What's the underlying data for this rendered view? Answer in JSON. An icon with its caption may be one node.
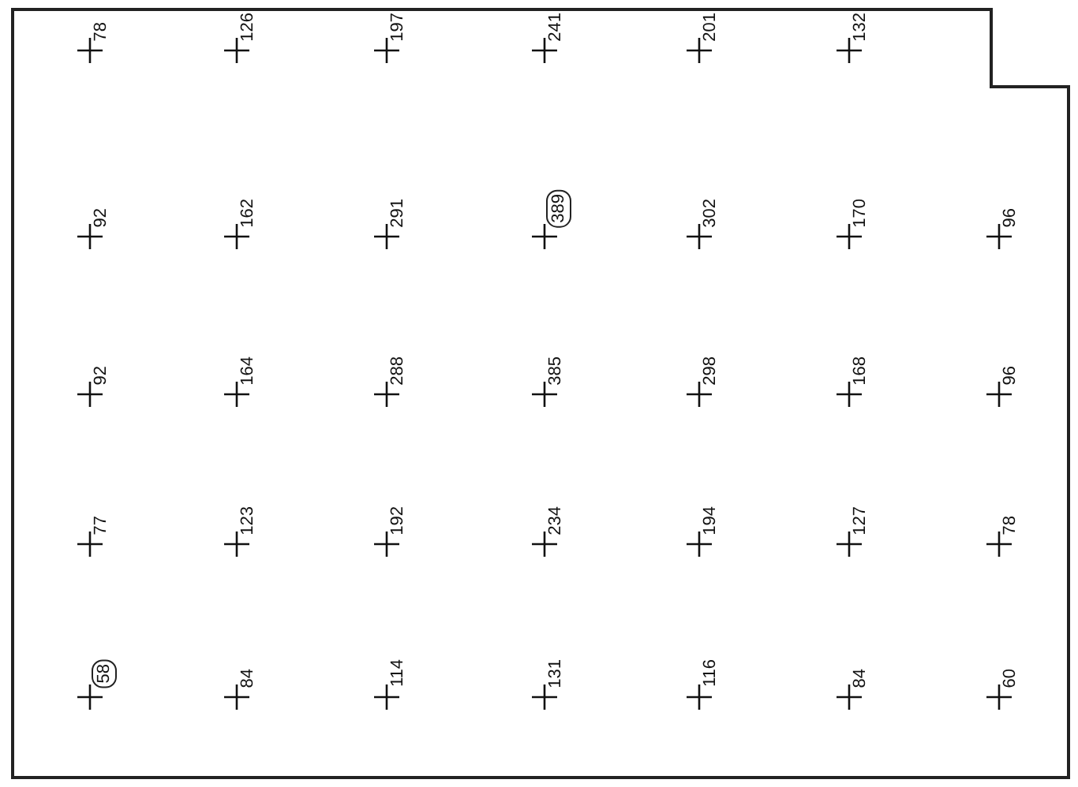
{
  "diagram": {
    "nodes": [
      {
        "text": [
          "389"
        ]
      },
      {
        "text": [
          "58"
        ]
      }
    ],
    "labels": [
      "78",
      "126",
      "197",
      "241",
      "201",
      "132",
      "92",
      "162",
      "291",
      "302",
      "170",
      "96",
      "92",
      "164",
      "288",
      "385",
      "298",
      "168",
      "96",
      "77",
      "123",
      "192",
      "234",
      "194",
      "127",
      "78",
      "84",
      "114",
      "131",
      "116",
      "84",
      "60"
    ]
  }
}
